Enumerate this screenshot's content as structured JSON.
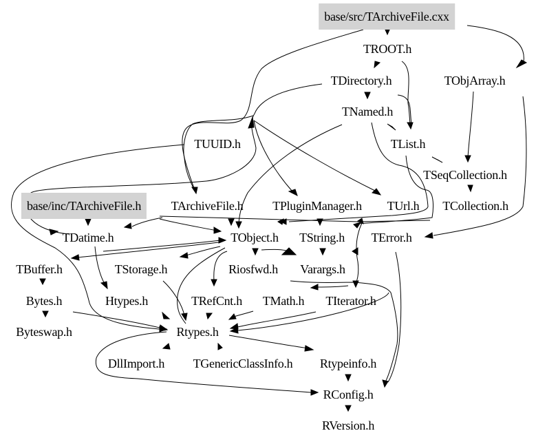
{
  "diagram": {
    "type": "include-dependency-graph",
    "highlight_color": "#d3d3d3",
    "edge_color": "#000000",
    "nodes": {
      "archive_cxx": "base/src/TArchiveFile.cxx",
      "troot": "TROOT.h",
      "tdirectory": "TDirectory.h",
      "tobjarray": "TObjArray.h",
      "tnamed": "TNamed.h",
      "tuuid": "TUUID.h",
      "tlist": "TList.h",
      "tseqcollection": "TSeqCollection.h",
      "archive_inc": "base/inc/TArchiveFile.h",
      "tarchivefile": "TArchiveFile.h",
      "tpluginmanager": "TPluginManager.h",
      "turl": "TUrl.h",
      "tcollection": "TCollection.h",
      "tdatime": "TDatime.h",
      "tobject": "TObject.h",
      "tstring": "TString.h",
      "terror": "TError.h",
      "tbuffer": "TBuffer.h",
      "tstorage": "TStorage.h",
      "riosfwd": "Riosfwd.h",
      "varargs": "Varargs.h",
      "bytes": "Bytes.h",
      "htypes": "Htypes.h",
      "trefcnt": "TRefCnt.h",
      "tmath": "TMath.h",
      "titerator": "TIterator.h",
      "byteswap": "Byteswap.h",
      "rtypes": "Rtypes.h",
      "dllimport": "DllImport.h",
      "tgenericclassinfo": "TGenericClassInfo.h",
      "rtypeinfo": "Rtypeinfo.h",
      "rconfig": "RConfig.h",
      "rversion": "RVersion.h"
    },
    "edges": [
      [
        "archive_cxx",
        "troot"
      ],
      [
        "archive_cxx",
        "tobjarray"
      ],
      [
        "archive_cxx",
        "tarchivefile"
      ],
      [
        "troot",
        "tdirectory"
      ],
      [
        "troot",
        "tlist"
      ],
      [
        "tdirectory",
        "tnamed"
      ],
      [
        "tdirectory",
        "tuuid"
      ],
      [
        "tdirectory",
        "tdatime"
      ],
      [
        "tdirectory",
        "tlist"
      ],
      [
        "tobjarray",
        "tseqcollection"
      ],
      [
        "tnamed",
        "tlist"
      ],
      [
        "tnamed",
        "tobject"
      ],
      [
        "tnamed",
        "tstring"
      ],
      [
        "tuuid",
        "tdatime"
      ],
      [
        "tuuid",
        "rtypes"
      ],
      [
        "tuuid",
        "tpluginmanager"
      ],
      [
        "tuuid",
        "turl"
      ],
      [
        "tlist",
        "tseqcollection"
      ],
      [
        "tlist",
        "tobject"
      ],
      [
        "tseqcollection",
        "tcollection"
      ],
      [
        "archive_inc",
        "tdatime"
      ],
      [
        "archive_inc",
        "tobject"
      ],
      [
        "tarchivefile",
        "tdatime"
      ],
      [
        "tarchivefile",
        "tobject"
      ],
      [
        "tarchivefile",
        "tstring"
      ],
      [
        "tpluginmanager",
        "tobject"
      ],
      [
        "tpluginmanager",
        "tstring"
      ],
      [
        "turl",
        "tobject"
      ],
      [
        "turl",
        "tstring"
      ],
      [
        "tcollection",
        "tobject"
      ],
      [
        "tcollection",
        "titerator"
      ],
      [
        "tcollection",
        "terror"
      ],
      [
        "tdatime",
        "htypes"
      ],
      [
        "tobject",
        "tbuffer"
      ],
      [
        "tobject",
        "tstorage"
      ],
      [
        "tobject",
        "riosfwd"
      ],
      [
        "tobject",
        "trefcnt"
      ],
      [
        "tobject",
        "varargs"
      ],
      [
        "tobject",
        "rtypes"
      ],
      [
        "tstring",
        "varargs"
      ],
      [
        "tstring",
        "tmath"
      ],
      [
        "tstring",
        "titerator"
      ],
      [
        "tstring",
        "riosfwd"
      ],
      [
        "terror",
        "varargs"
      ],
      [
        "terror",
        "rconfig"
      ],
      [
        "tbuffer",
        "bytes"
      ],
      [
        "tstorage",
        "rtypes"
      ],
      [
        "bytes",
        "byteswap"
      ],
      [
        "bytes",
        "rtypes"
      ],
      [
        "htypes",
        "rtypes"
      ],
      [
        "trefcnt",
        "rtypes"
      ],
      [
        "tmath",
        "rtypes"
      ],
      [
        "titerator",
        "rtypes"
      ],
      [
        "varargs",
        "rtypes"
      ],
      [
        "rtypes",
        "dllimport"
      ],
      [
        "rtypes",
        "tgenericclassinfo"
      ],
      [
        "rtypes",
        "rtypeinfo"
      ],
      [
        "rtypes",
        "rconfig"
      ],
      [
        "rtypeinfo",
        "rconfig"
      ],
      [
        "rconfig",
        "rversion"
      ]
    ]
  }
}
